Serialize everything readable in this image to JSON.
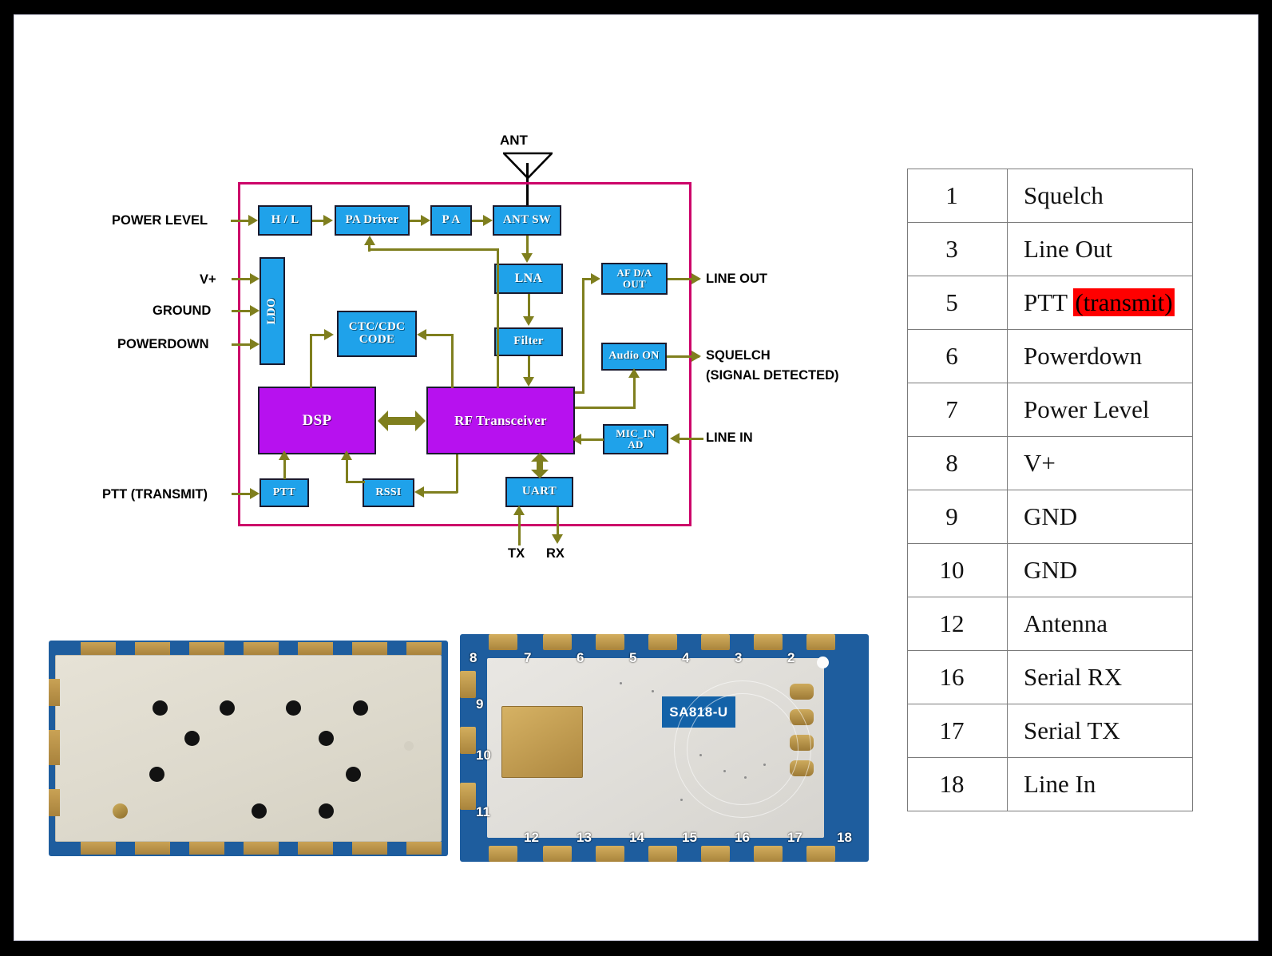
{
  "diagram": {
    "antenna_label": "ANT",
    "module_boundary_color": "#cc0269",
    "block_blue_color": "#1fa2ea",
    "block_purple_color": "#b711ef",
    "wire_color": "#7f7f1e",
    "blocks": {
      "hl": "H / L",
      "pa_driver": "PA Driver",
      "pa": "P A",
      "ant_sw": "ANT SW",
      "lna": "LNA",
      "filter": "Filter",
      "ldo": "LDO",
      "ctc_cdc": "CTC/CDC CODE",
      "dsp": "DSP",
      "rf_transceiver": "RF Transceiver",
      "af_da_out": "AF D/A OUT",
      "audio_on": "Audio ON",
      "mic_in_ad": "MIC_IN AD",
      "ptt": "PTT",
      "rssi": "RSSI",
      "uart": "UART"
    },
    "left_signals": [
      "POWER LEVEL",
      "V+",
      "GROUND",
      "POWERDOWN",
      "PTT (TRANSMIT)"
    ],
    "right_signals": [
      "LINE OUT",
      "SQUELCH",
      "(SIGNAL DETECTED)",
      "LINE IN"
    ],
    "bottom_signals": [
      "TX",
      "RX"
    ]
  },
  "pin_table": {
    "rows": [
      {
        "pin": "1",
        "name": "Squelch",
        "suffix": "",
        "highlight": ""
      },
      {
        "pin": "3",
        "name": "Line Out",
        "suffix": "",
        "highlight": ""
      },
      {
        "pin": "5",
        "name": "PTT ",
        "suffix": "",
        "highlight": "(transmit)"
      },
      {
        "pin": "6",
        "name": "Powerdown",
        "suffix": "",
        "highlight": ""
      },
      {
        "pin": "7",
        "name": "Power Level",
        "suffix": "",
        "highlight": ""
      },
      {
        "pin": "8",
        "name": "V+",
        "suffix": "",
        "highlight": ""
      },
      {
        "pin": "9",
        "name": "GND",
        "suffix": "",
        "highlight": ""
      },
      {
        "pin": "10",
        "name": "GND",
        "suffix": "",
        "highlight": ""
      },
      {
        "pin": "12",
        "name": "Antenna",
        "suffix": "",
        "highlight": ""
      },
      {
        "pin": "16",
        "name": "Serial RX",
        "suffix": "",
        "highlight": ""
      },
      {
        "pin": "17",
        "name": "Serial TX",
        "suffix": "",
        "highlight": ""
      },
      {
        "pin": "18",
        "name": "Line In",
        "suffix": "",
        "highlight": ""
      }
    ],
    "highlight_color": "#ff0000"
  },
  "pcb": {
    "left_view": "shield-top-view",
    "right_view": "bottom-view",
    "chip_marking": "SA818-U",
    "top_pin_numbers": [
      "8",
      "7",
      "6",
      "5",
      "4",
      "3",
      "2"
    ],
    "left_pin_numbers": [
      "9",
      "10",
      "11"
    ],
    "bottom_pin_numbers": [
      "12",
      "13",
      "14",
      "15",
      "16",
      "17",
      "18"
    ]
  }
}
